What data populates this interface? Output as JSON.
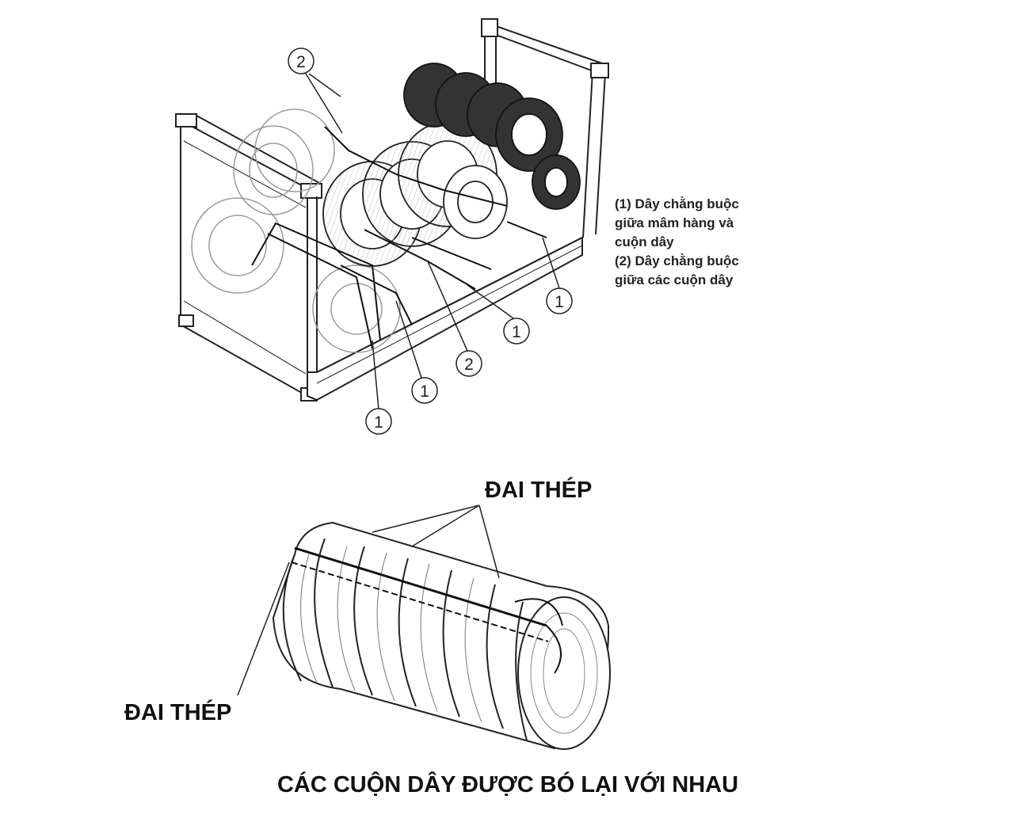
{
  "legend": {
    "line1": "(1) Dây chằng buộc",
    "line2": "giữa mâm hàng và",
    "line3": "cuộn dây",
    "line4": "(2) Dây chằng buộc",
    "line5": "giữa các cuộn dây"
  },
  "callouts": {
    "c1": "2",
    "c2": "1",
    "c3": "1",
    "c4": "2",
    "c5": "1",
    "c6": "1"
  },
  "bundle": {
    "label_top": "ĐAI THÉP",
    "label_left": "ĐAI THÉP",
    "caption": "CÁC CUỘN DÂY ĐƯỢC BÓ LẠI VỚI NHAU"
  }
}
